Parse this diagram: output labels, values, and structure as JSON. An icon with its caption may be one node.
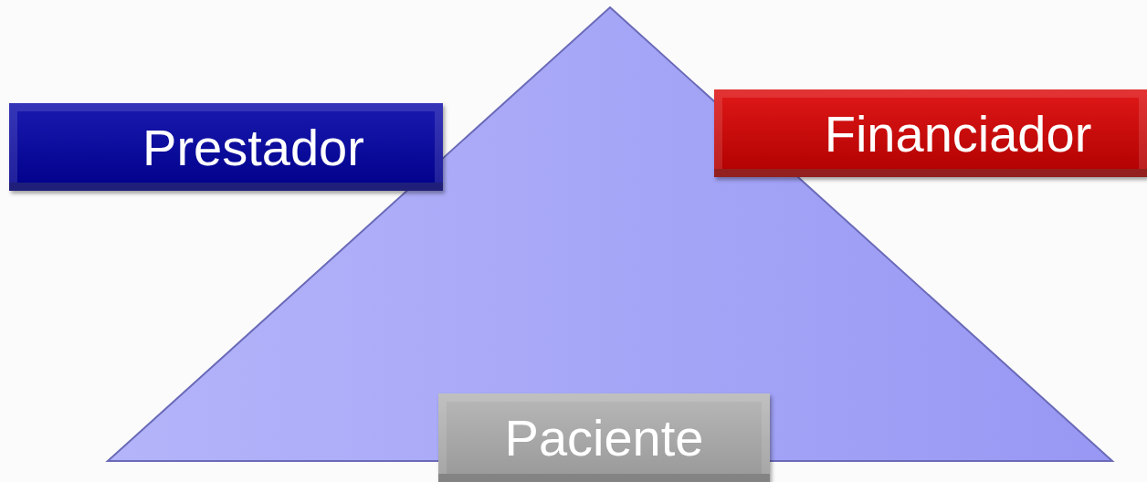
{
  "diagram": {
    "nodes": [
      {
        "text": [
          "Prestador"
        ]
      },
      {
        "text": [
          "Financiador"
        ]
      },
      {
        "text": [
          "Paciente"
        ]
      }
    ]
  }
}
